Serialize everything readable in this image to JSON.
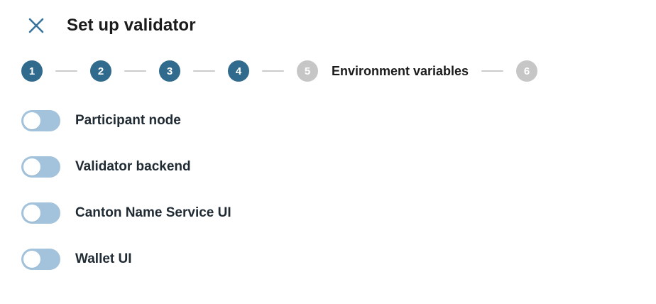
{
  "dialog": {
    "title": "Set up validator"
  },
  "header": {
    "close_icon": "close-x"
  },
  "stepper": {
    "steps": [
      {
        "number": "1",
        "state": "completed"
      },
      {
        "number": "2",
        "state": "completed"
      },
      {
        "number": "3",
        "state": "completed"
      },
      {
        "number": "4",
        "state": "completed"
      },
      {
        "number": "5",
        "state": "current",
        "label": "Environment variables"
      },
      {
        "number": "6",
        "state": "upcoming"
      }
    ]
  },
  "toggles": [
    {
      "label": "Participant node",
      "checked": false
    },
    {
      "label": "Validator backend",
      "checked": false
    },
    {
      "label": "Canton Name Service UI",
      "checked": false
    },
    {
      "label": "Wallet UI",
      "checked": false
    }
  ],
  "colors": {
    "step_completed": "#306a8d",
    "step_upcoming": "#c6c6c6",
    "connector": "#cccccc",
    "toggle_track_off": "#a3c3dc",
    "toggle_knob": "#ffffff",
    "close_icon": "#38749c",
    "title_text": "#1b1b1b",
    "label_text": "#1f2a33",
    "background": "#ffffff"
  }
}
